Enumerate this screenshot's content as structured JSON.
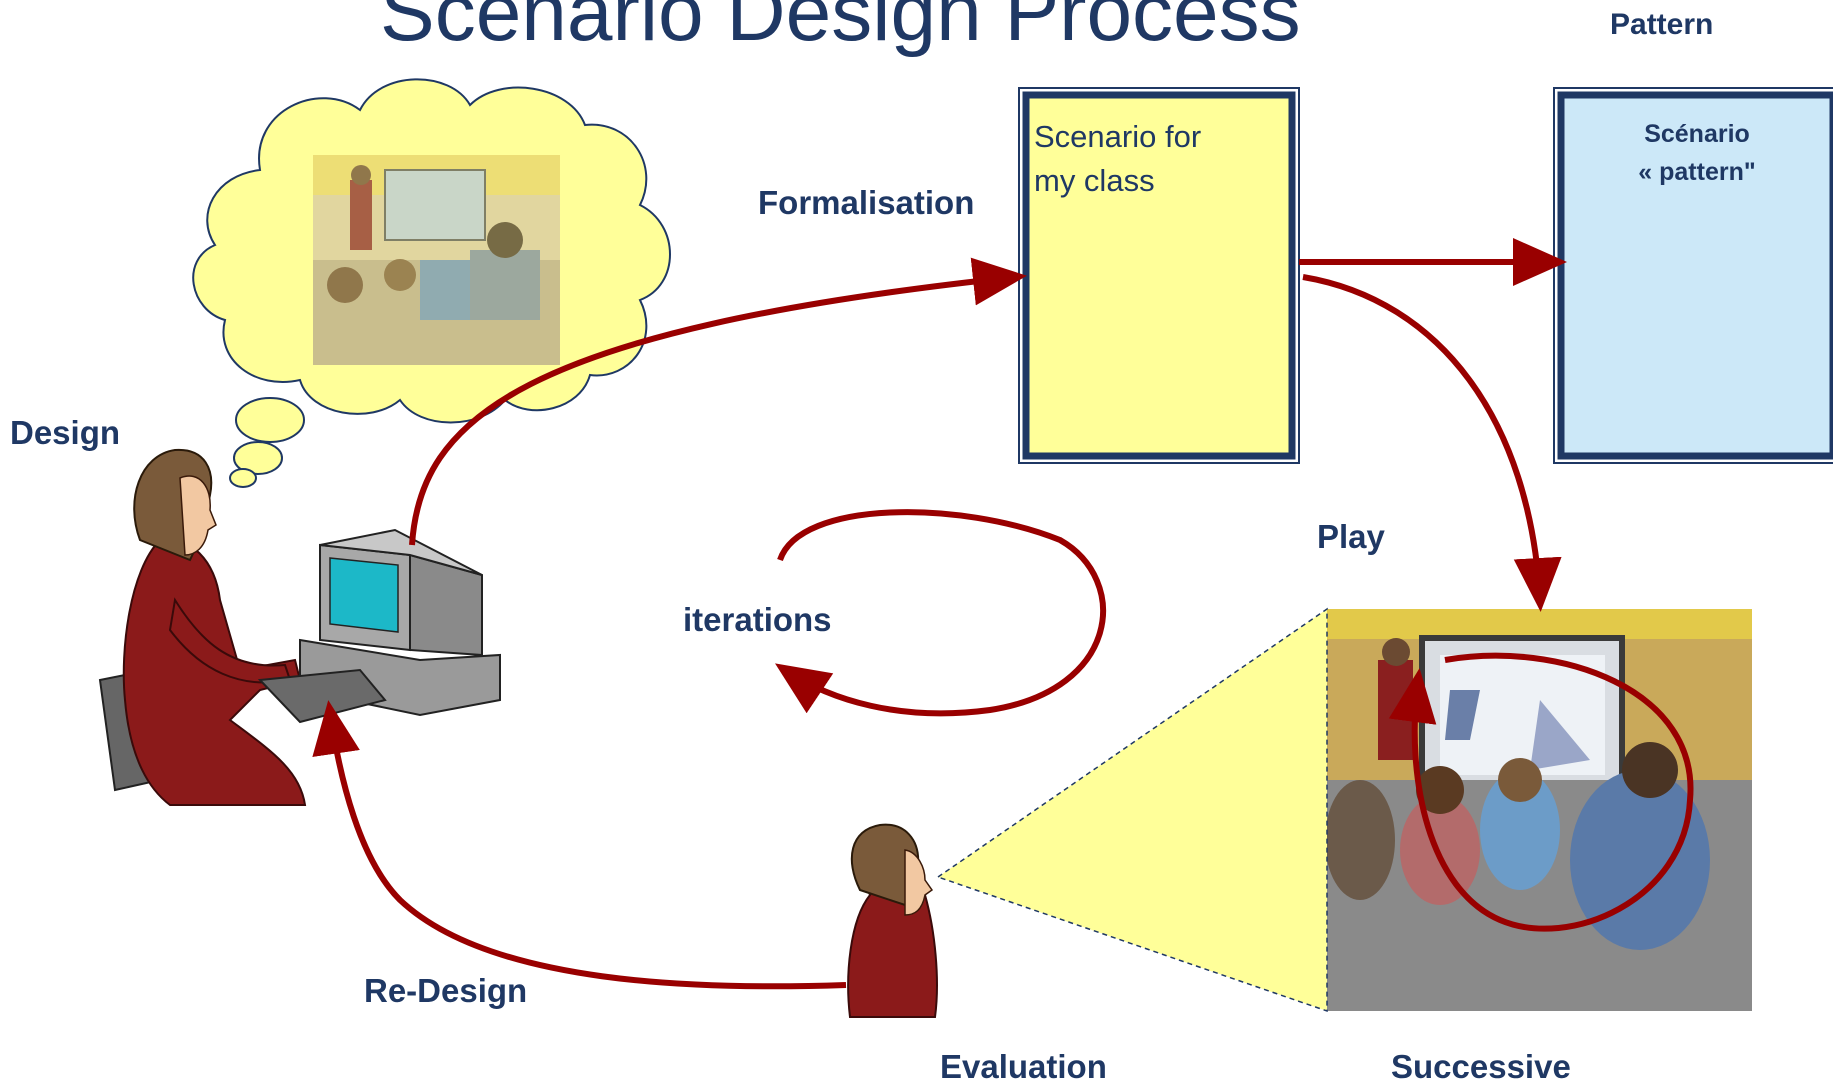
{
  "title": "Scenario Design Process",
  "labels": {
    "pattern": "Pattern",
    "formalisation": "Formalisation",
    "design": "Design",
    "play": "Play",
    "iterations": "iterations",
    "redesign": "Re-Design",
    "evaluation": "Evaluation",
    "successive": "Successive"
  },
  "boxes": {
    "class_scenario": "Scenario  for\nmy class",
    "pattern_scenario": "Scénario\n« pattern\""
  },
  "colors": {
    "title": "#1f3864",
    "label": "#1f3864",
    "arrow": "#990000",
    "yellow_box": "#ffff99",
    "blue_box": "#cce8f8",
    "box_border": "#1f3864",
    "cloud": "#ffff99"
  },
  "icons": [
    "thought-cloud-icon",
    "person-at-computer-icon",
    "observer-person-icon",
    "classroom-photo-icon"
  ]
}
